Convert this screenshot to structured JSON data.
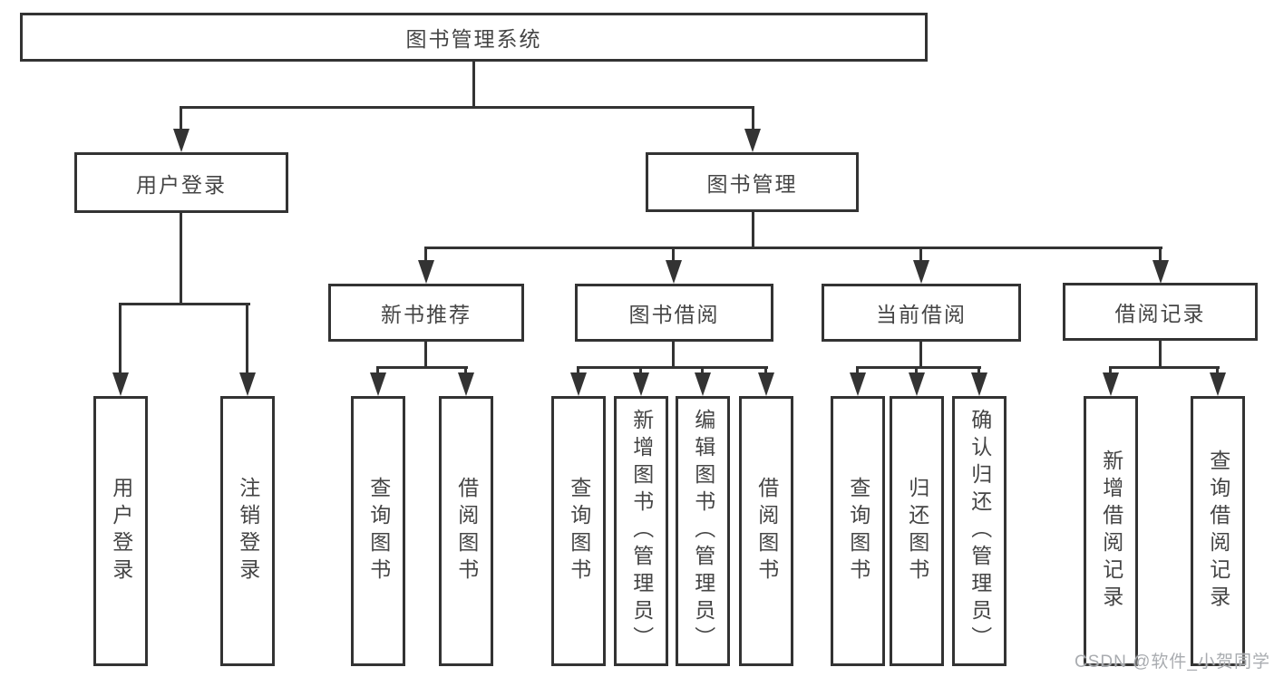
{
  "diagram": {
    "type": "hierarchy-tree",
    "colors": {
      "line": "#333333",
      "box_border": "#333333",
      "box_background": "#ffffff",
      "text": "#454545",
      "watermark": "#a9acb0"
    },
    "tree": {
      "root": {
        "label": "图书管理系统",
        "children": [
          {
            "label": "用户登录",
            "children": [
              {
                "label": "用户登录"
              },
              {
                "label": "注销登录"
              }
            ]
          },
          {
            "label": "图书管理",
            "children": [
              {
                "label": "新书推荐",
                "children": [
                  {
                    "label": "查询图书"
                  },
                  {
                    "label": "借阅图书"
                  }
                ]
              },
              {
                "label": "图书借阅",
                "children": [
                  {
                    "label": "查询图书"
                  },
                  {
                    "label": "新增图书（管理员）"
                  },
                  {
                    "label": "编辑图书（管理员）"
                  },
                  {
                    "label": "借阅图书"
                  }
                ]
              },
              {
                "label": "当前借阅",
                "children": [
                  {
                    "label": "查询图书"
                  },
                  {
                    "label": "归还图书"
                  },
                  {
                    "label": "确认归还（管理员）"
                  }
                ]
              },
              {
                "label": "借阅记录",
                "children": [
                  {
                    "label": "新增借阅记录"
                  },
                  {
                    "label": "查询借阅记录"
                  }
                ]
              }
            ]
          }
        ]
      }
    }
  },
  "watermark": {
    "text": "CSDN @软件_小贺同学"
  }
}
